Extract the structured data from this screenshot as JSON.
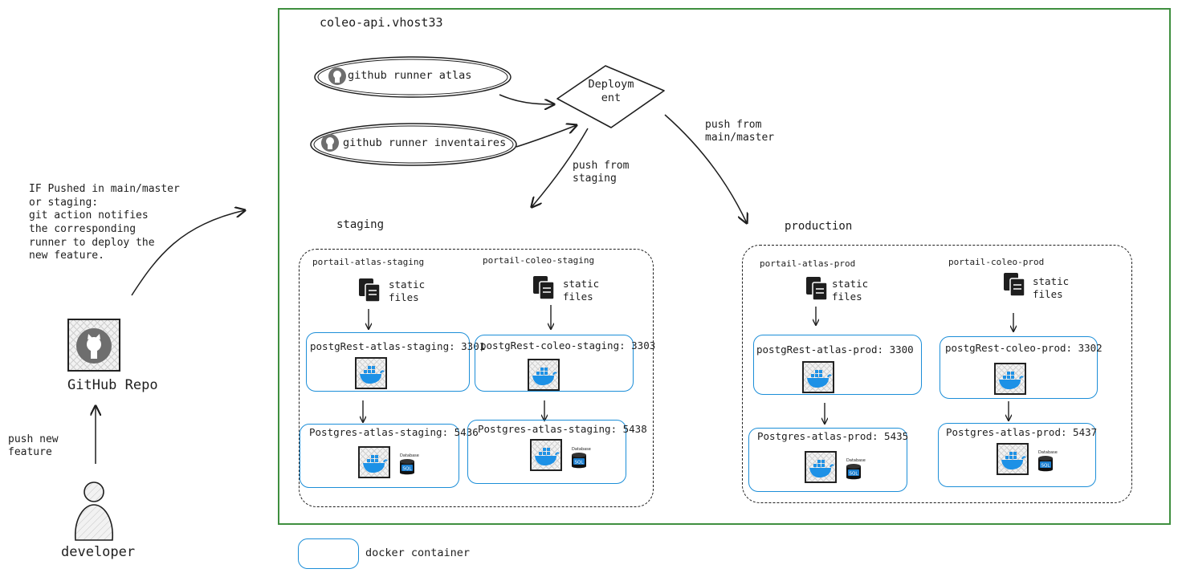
{
  "host": {
    "title": "coleo-api.vhost33"
  },
  "runners": [
    {
      "label": "github runner atlas"
    },
    {
      "label": "github runner inventaires"
    }
  ],
  "deployment": {
    "label": "Deploym\nent"
  },
  "flows": {
    "push_staging": "push from\nstaging",
    "push_main": "push from\nmain/master",
    "notify": "IF Pushed in main/master\nor staging:\ngit action notifies\nthe corresponding\nrunner to deploy the\nnew feature.",
    "push_feature": "push new\nfeature"
  },
  "github_repo": {
    "label": "GitHub Repo"
  },
  "developer": {
    "label": "developer"
  },
  "staging": {
    "title": "staging",
    "portals": [
      {
        "name": "portail-atlas-staging",
        "static": "static\nfiles",
        "postgrest": "postgRest-atlas-staging: 3301",
        "postgres": "Postgres-atlas-staging: 5436"
      },
      {
        "name": "portail-coleo-staging",
        "static": "static\nfiles",
        "postgrest": "postgRest-coleo-staging: 3303",
        "postgres": "Postgres-atlas-staging: 5438"
      }
    ]
  },
  "production": {
    "title": "production",
    "portals": [
      {
        "name": "portail-atlas-prod",
        "static": "static\nfiles",
        "postgrest": "postgRest-atlas-prod: 3300",
        "postgres": "Postgres-atlas-prod: 5435"
      },
      {
        "name": "portail-coleo-prod",
        "static": "static\nfiles",
        "postgrest": "postgRest-coleo-prod: 3302",
        "postgres": "Postgres-atlas-prod: 5437"
      }
    ]
  },
  "db_badge": {
    "top": "Database",
    "bottom": "SQL"
  },
  "legend": {
    "label": "docker container"
  },
  "colors": {
    "host_border": "#3f8f3f",
    "container_border": "#1c8ed8",
    "docker_blue": "#1d91e6",
    "sql_blue": "#1c7fd0"
  }
}
